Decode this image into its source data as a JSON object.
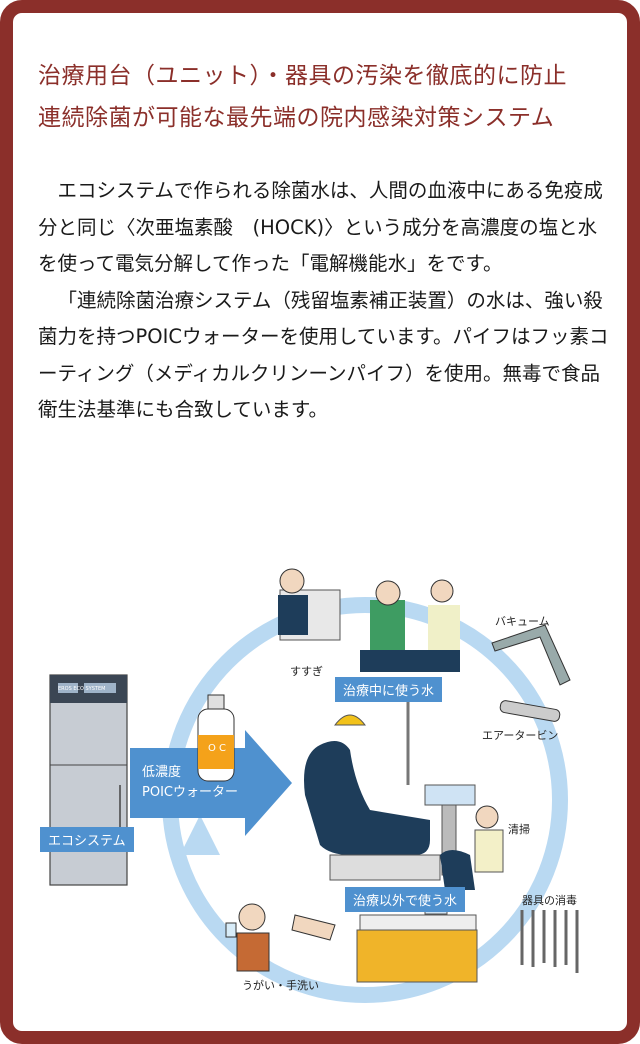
{
  "headline": {
    "line1": "治療用台（ユニット）・器具の汚染を徹底的に防止",
    "line2": "連続除菌が可能な最先端の院内感染対策システム"
  },
  "body": {
    "p1": "エコシステムで作られる除菌水は、人間の血液中にある免疫成分と同じ〈次亜塩素酸　(HOCK)〉という成分を高濃度の塩と水を使って電気分解して作った「電解機能水」をです。",
    "p2": "「連続除菌治療システム（残留塩素補正装置）の水は、強い殺菌力を持つPOICウォーターを使用しています。パイフはフッ素コーティング（メディカルクリンーンパイフ）を使用。無毒で食品衛生法基準にも合致しています。"
  },
  "illustration": {
    "machine_text": "EROS ECO SYSTEM",
    "eco_label": "エコシステム",
    "arrow_label_1": "低濃度",
    "arrow_label_2": "POICウォーター",
    "bottle_text": "O C",
    "during_label": "治療中に使う水",
    "outside_label": "治療以外で使う水",
    "rinse": "すすぎ",
    "vacuum": "バキューム",
    "turbine": "エアータービン",
    "cleaning": "清掃",
    "instrument": "器具の消毒",
    "gargle": "うがい・手洗い",
    "colors": {
      "frame": "#8b2f2a",
      "accent_blue": "#4f91cf",
      "cycle_blue": "#b9d9f2",
      "chair_navy": "#1e3d5a"
    }
  }
}
